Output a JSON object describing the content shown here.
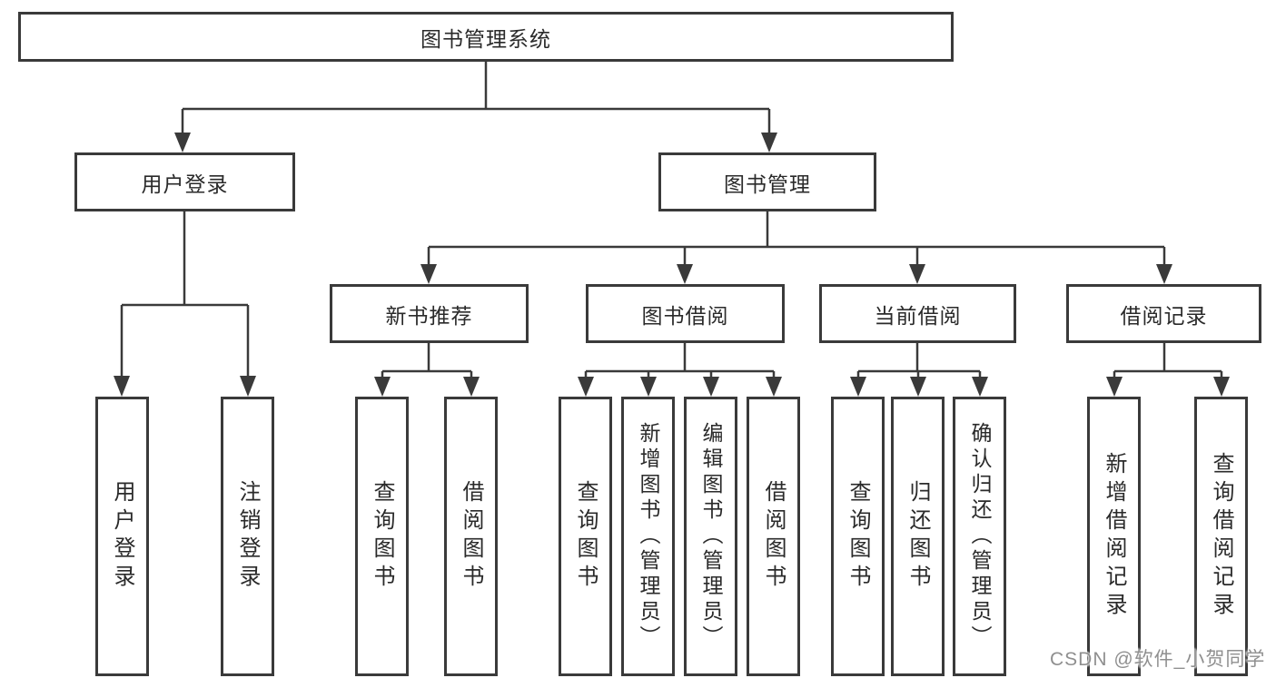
{
  "diagram": {
    "title": "图书管理系统",
    "root": {
      "label": "图书管理系统"
    },
    "branches": [
      {
        "label": "用户登录",
        "children": [
          {
            "label": "用户登录"
          },
          {
            "label": "注销登录"
          }
        ]
      },
      {
        "label": "图书管理",
        "children": [
          {
            "label": "新书推荐",
            "children": [
              {
                "label": "查询图书"
              },
              {
                "label": "借阅图书"
              }
            ]
          },
          {
            "label": "图书借阅",
            "children": [
              {
                "label": "查询图书"
              },
              {
                "label": "新增图书（管理员）"
              },
              {
                "label": "编辑图书（管理员）"
              },
              {
                "label": "借阅图书"
              }
            ]
          },
          {
            "label": "当前借阅",
            "children": [
              {
                "label": "查询图书"
              },
              {
                "label": "归还图书"
              },
              {
                "label": "确认归还（管理员）"
              }
            ]
          },
          {
            "label": "借阅记录",
            "children": [
              {
                "label": "新增借阅记录"
              },
              {
                "label": "查询借阅记录"
              }
            ]
          }
        ]
      }
    ]
  },
  "watermark": {
    "text": "CSDN @软件_小贺同学",
    "color": "#8f8f8f"
  },
  "colors": {
    "line": "#3a3a3a",
    "box_border": "#3a3a3a",
    "text": "#2a2a2a",
    "background": "#ffffff"
  }
}
